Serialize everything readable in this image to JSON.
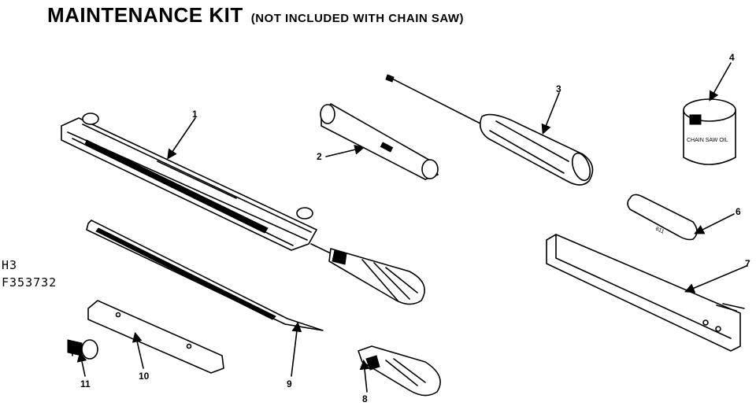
{
  "title": {
    "main": "MAINTENANCE KIT",
    "sub": "(NOT INCLUDED WITH CHAIN SAW)"
  },
  "drawing_codes": [
    "H3",
    "F353732"
  ],
  "parts": [
    {
      "number": "1"
    },
    {
      "number": "2"
    },
    {
      "number": "3"
    },
    {
      "number": "4"
    },
    {
      "number": "6"
    },
    {
      "number": "7"
    },
    {
      "number": "8"
    },
    {
      "number": "9"
    },
    {
      "number": "10"
    },
    {
      "number": "11"
    }
  ],
  "can_label": "CHAIN SAW OIL",
  "stick_label": "611"
}
